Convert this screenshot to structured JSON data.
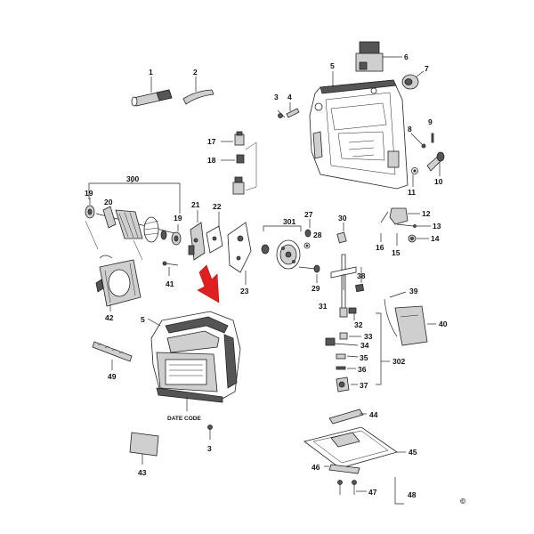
{
  "labels": {
    "p1": "1",
    "p2": "2",
    "p3a": "3",
    "p4": "4",
    "p5a": "5",
    "p6": "6",
    "p7": "7",
    "p8": "8",
    "p9": "9",
    "p10": "10",
    "p11": "11",
    "p12": "12",
    "p13": "13",
    "p14": "14",
    "p15": "15",
    "p16": "16",
    "p17": "17",
    "p18": "18",
    "p19a": "19",
    "p19b": "19",
    "p20": "20",
    "p21": "21",
    "p22": "22",
    "p23": "23",
    "p27": "27",
    "p28": "28",
    "p29": "29",
    "p30": "30",
    "p31": "31",
    "p32": "32",
    "p33": "33",
    "p34": "34",
    "p35": "35",
    "p36": "36",
    "p37": "37",
    "p38": "38",
    "p39": "39",
    "p40": "40",
    "p41": "41",
    "p42": "42",
    "p43": "43",
    "p44": "44",
    "p45": "45",
    "p46": "46",
    "p47": "47",
    "p48": "48",
    "p49": "49",
    "p300": "300",
    "p301": "301",
    "p302": "302",
    "p5b": "5",
    "p3b": "3"
  },
  "date_code": "DATE CODE",
  "copyright": "©",
  "colors": {
    "ink": "#222222",
    "arrow": "#e02020",
    "shade": "#cfcfcf",
    "dark": "#555555"
  },
  "icons": {
    "arrow": "highlight-arrow-icon",
    "copyright": "copyright-icon"
  }
}
